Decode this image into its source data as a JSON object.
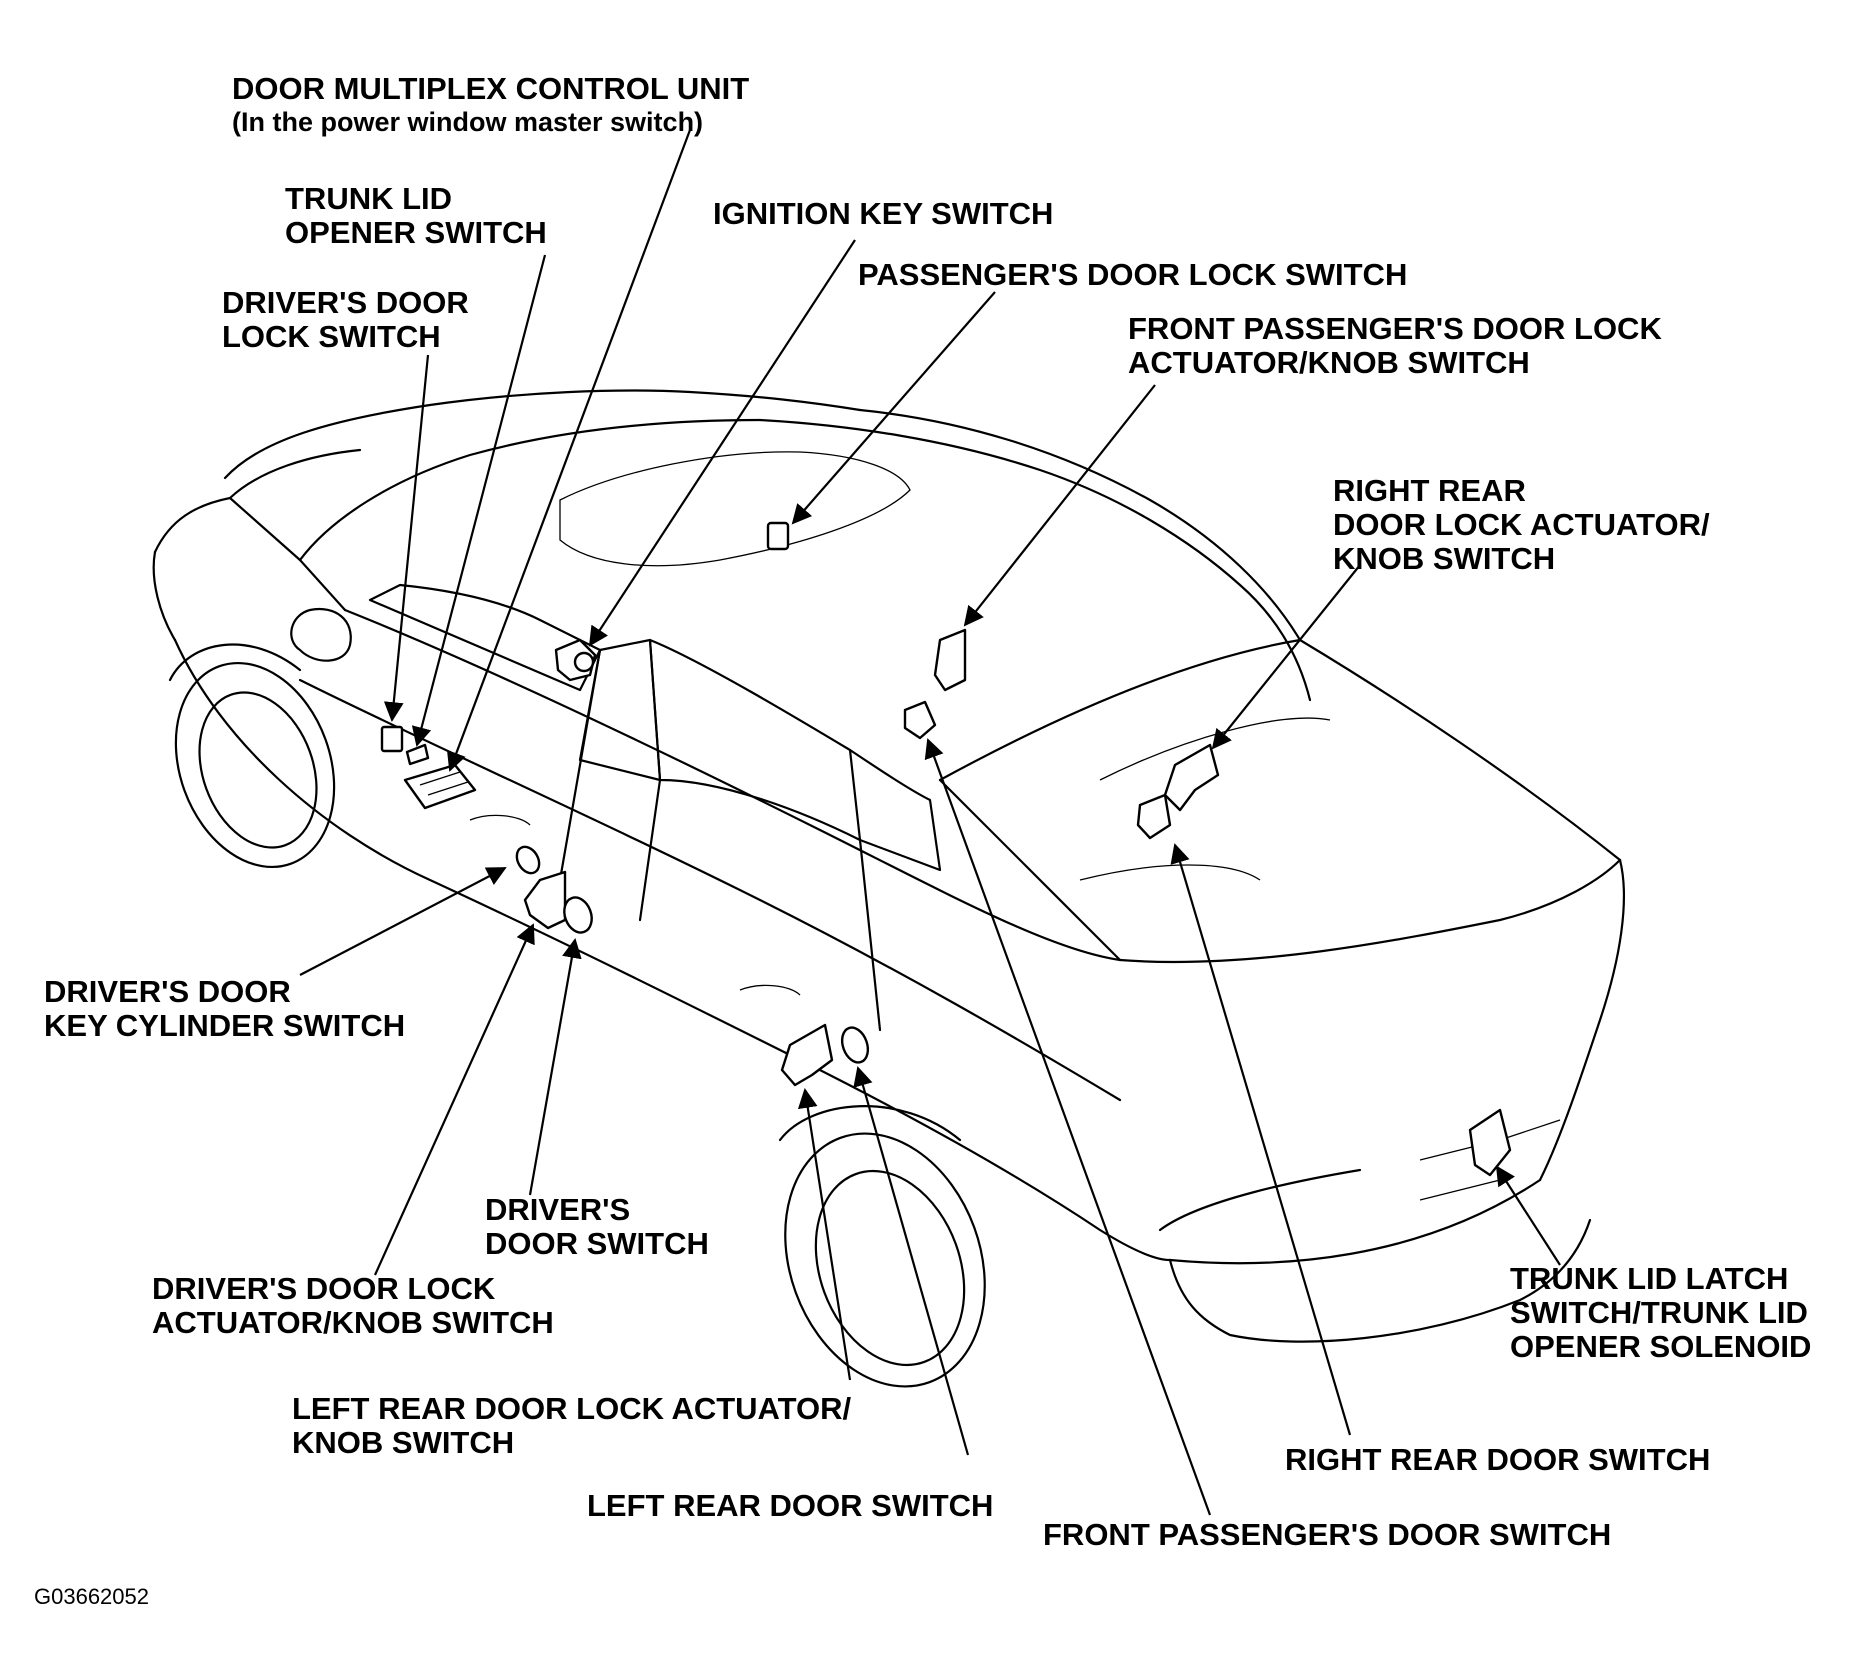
{
  "labels": {
    "door_multiplex": [
      "DOOR MULTIPLEX CONTROL UNIT",
      "(In the power window master switch)"
    ],
    "trunk_lid_opener_switch": [
      "TRUNK LID",
      "OPENER SWITCH"
    ],
    "ignition_key_switch": [
      "IGNITION KEY SWITCH"
    ],
    "passengers_door_lock_switch": [
      "PASSENGER'S DOOR LOCK SWITCH"
    ],
    "front_passenger_lock_actuator": [
      "FRONT PASSENGER'S DOOR LOCK",
      "ACTUATOR/KNOB SWITCH"
    ],
    "drivers_door_lock_switch": [
      "DRIVER'S DOOR",
      "LOCK SWITCH"
    ],
    "right_rear_lock_actuator": [
      "RIGHT REAR",
      "DOOR LOCK ACTUATOR/",
      "KNOB SWITCH"
    ],
    "drivers_key_cylinder": [
      "DRIVER'S DOOR",
      "KEY CYLINDER SWITCH"
    ],
    "drivers_door_switch": [
      "DRIVER'S",
      "DOOR SWITCH"
    ],
    "drivers_lock_actuator": [
      "DRIVER'S DOOR LOCK",
      "ACTUATOR/KNOB SWITCH"
    ],
    "trunk_latch": [
      "TRUNK LID LATCH",
      "SWITCH/TRUNK LID",
      "OPENER SOLENOID"
    ],
    "left_rear_lock_actuator": [
      "LEFT REAR DOOR LOCK ACTUATOR/",
      "KNOB SWITCH"
    ],
    "right_rear_door_switch": [
      "RIGHT REAR DOOR SWITCH"
    ],
    "left_rear_door_switch": [
      "LEFT REAR DOOR SWITCH"
    ],
    "front_passenger_door_switch": [
      "FRONT PASSENGER'S DOOR SWITCH"
    ]
  },
  "figure_code": "G03662052"
}
